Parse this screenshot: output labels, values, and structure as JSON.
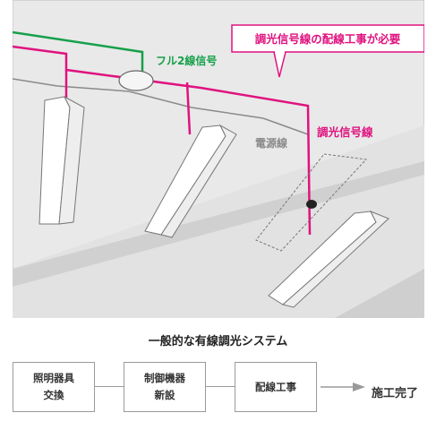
{
  "illustration": {
    "labels": {
      "full2": "フル2線信号",
      "dimming_signal": "調光信号線",
      "power": "電源線",
      "callout": "調光信号線の配線工事が必要"
    },
    "colors": {
      "ceiling_fill": "#e9e9e9",
      "wall_fill": "#dcdcdc",
      "dimming_line": "#e0127f",
      "full2_line": "#16a04a",
      "power_line": "#8a8a8a",
      "callout_border": "#e0127f"
    }
  },
  "caption": "一般的な有線調光システム",
  "steps": [
    {
      "line1": "照明器具",
      "line2": "交換"
    },
    {
      "line1": "制御機器",
      "line2": "新設"
    },
    {
      "line1": "配線工事",
      "line2": ""
    }
  ],
  "result": "施工完了"
}
